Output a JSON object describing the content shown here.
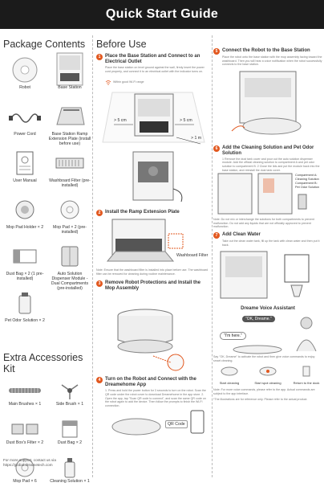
{
  "header": {
    "title": "Quick Start Guide"
  },
  "package": {
    "title": "Package Contents",
    "items": [
      {
        "label": "Robot",
        "icon": "robot-icon"
      },
      {
        "label": "Base Station",
        "icon": "base-station-icon"
      },
      {
        "label": "Power Cord",
        "icon": "power-cord-icon"
      },
      {
        "label": "Base Station Ramp Extension Plate (install before use)",
        "icon": "ramp-plate-icon"
      },
      {
        "label": "User Manual",
        "icon": "manual-icon"
      },
      {
        "label": "Washboard Filter (pre-installed)",
        "icon": "filter-icon"
      },
      {
        "label": "Mop Pad Holder × 2",
        "icon": "mop-holder-icon"
      },
      {
        "label": "Mop Pad × 2 (pre-installed)",
        "icon": "mop-pad-icon"
      },
      {
        "label": "Dust Bag × 2 (1 pre-installed)",
        "icon": "dust-bag-icon"
      },
      {
        "label": "Auto Solution Dispenser Module - Dual Compartments (pre-installed)",
        "icon": "dispenser-icon"
      },
      {
        "label": "Pet Odor Solution × 2",
        "icon": "pet-odor-icon"
      }
    ]
  },
  "extra": {
    "title": "Extra Accessories Kit",
    "items": [
      {
        "label": "Main Brushes × 1",
        "icon": "main-brush-icon"
      },
      {
        "label": "Side Brush × 1",
        "icon": "side-brush-icon"
      },
      {
        "label": "Dust Box's Filter × 2",
        "icon": "dust-filter-icon"
      },
      {
        "label": "Dust Bag × 2",
        "icon": "dust-bag-icon"
      },
      {
        "label": "Mop Pad × 6",
        "icon": "mop-pad-icon"
      },
      {
        "label": "Cleaning Solution × 1",
        "icon": "solution-icon"
      }
    ]
  },
  "support": {
    "line1": "For more support, contact us via",
    "line2": "https://global.dreametech.com"
  },
  "before": {
    "title": "Before Use",
    "steps": [
      {
        "num": "1",
        "title": "Place the Base Station and Connect to an Electrical Outlet",
        "text": "Place the base station on level ground against the wall, firmly insert the power cord properly, and connect it to an electrical outlet with the indicator turns on.",
        "note": "Within good Wi-Fi range",
        "dims": [
          "> 5 cm",
          "> 5 cm",
          "> 1 m"
        ]
      },
      {
        "num": "2",
        "title": "Install the Ramp Extension Plate",
        "label": "Washboard Filter",
        "note": "Note: Ensure that the washboard filter is installed into place before use. The washboard filter can be removed for cleaning during routine maintenance."
      },
      {
        "num": "3",
        "title": "Remove Robot Protections and Install the Mop Assembly"
      },
      {
        "num": "4",
        "title": "Turn on the Robot and Connect with the Dreamehome App",
        "text": "1. Press and hold the power button for 3 seconds to turn on the robot. Scan the QR code under the robot cover to download Dreamehome in the app store. 2. Open the app, tap \"Scan QR code to connect\", and scan the same QR code on the robot again to add the device. Then follow the prompts to finish the Wi-Fi connection.",
        "qr": "QR Code"
      }
    ]
  },
  "right": {
    "steps": [
      {
        "num": "5",
        "title": "Connect the Robot to the Base Station",
        "text": "Place the robot onto the base station with the mop assembly facing toward the washboard. Then you will hear a voice notification when the robot successfully connects to the base station."
      },
      {
        "num": "6",
        "title": "Add the Cleaning Solution and Pet Odor Solution",
        "text": "1 Remove the dust tank cover and pour out the auto solution dispenser module. Add the official cleaning solution to compartment A and pet odor solution to compartment B. 2 Close the lids and put the module back into the base station, and reinstall the dust tank cover.",
        "labels": [
          "Compartment A: Cleaning Solution",
          "Compartment B: Pet Odor Solution"
        ],
        "note": "Note: Do not mix or interchange the solutions for both compartments to prevent malfunction. Do not add any liquids that are not officially approved to prevent malfunction."
      },
      {
        "num": "7",
        "title": "Add Clean Water",
        "text": "Take out the clean water tank, fill up the tank with clean water and then put it back."
      }
    ],
    "voice": {
      "title": "Dreame Voice Assistant",
      "bubble1": "\"OK, Dreame.\"",
      "bubble2": "\"I'm here.\"",
      "text": "Say \"OK, Dreame\" to activate the robot and then give voice commands to enjoy smart cleaning.",
      "commands": [
        "Start cleaning",
        "Start spot cleaning",
        "Return to the dock"
      ],
      "note": "Note: For more voice commands, please refer to the app. Actual commands are subject to the app interface.",
      "footnote": "*The illustrations are for reference only. Please refer to the actual product."
    }
  }
}
